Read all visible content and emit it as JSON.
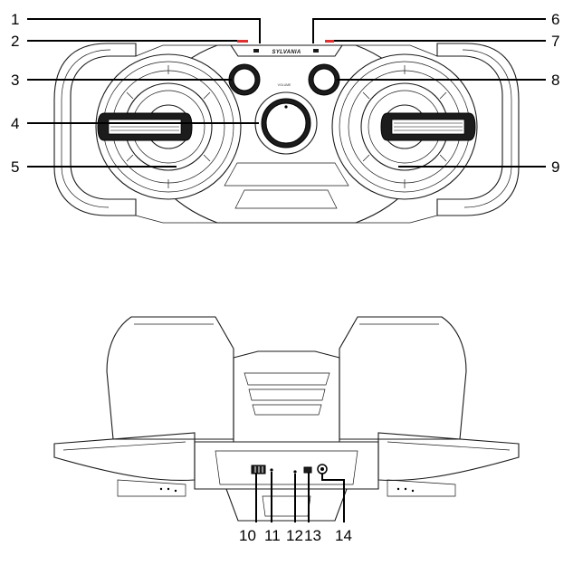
{
  "brand_logo_text": "SYLVANIA",
  "volume_label": "VOLUME",
  "callouts_top_left": [
    "1",
    "2",
    "3",
    "4",
    "5"
  ],
  "callouts_top_right": [
    "6",
    "7",
    "8",
    "9"
  ],
  "callouts_bottom": [
    "10",
    "11",
    "12",
    "13",
    "14"
  ],
  "colors": {
    "line": "#1a1a1a",
    "indicator": "#e03030",
    "background": "#ffffff"
  },
  "icons": [
    "speaker-left",
    "speaker-right",
    "volume-knob",
    "handle"
  ]
}
